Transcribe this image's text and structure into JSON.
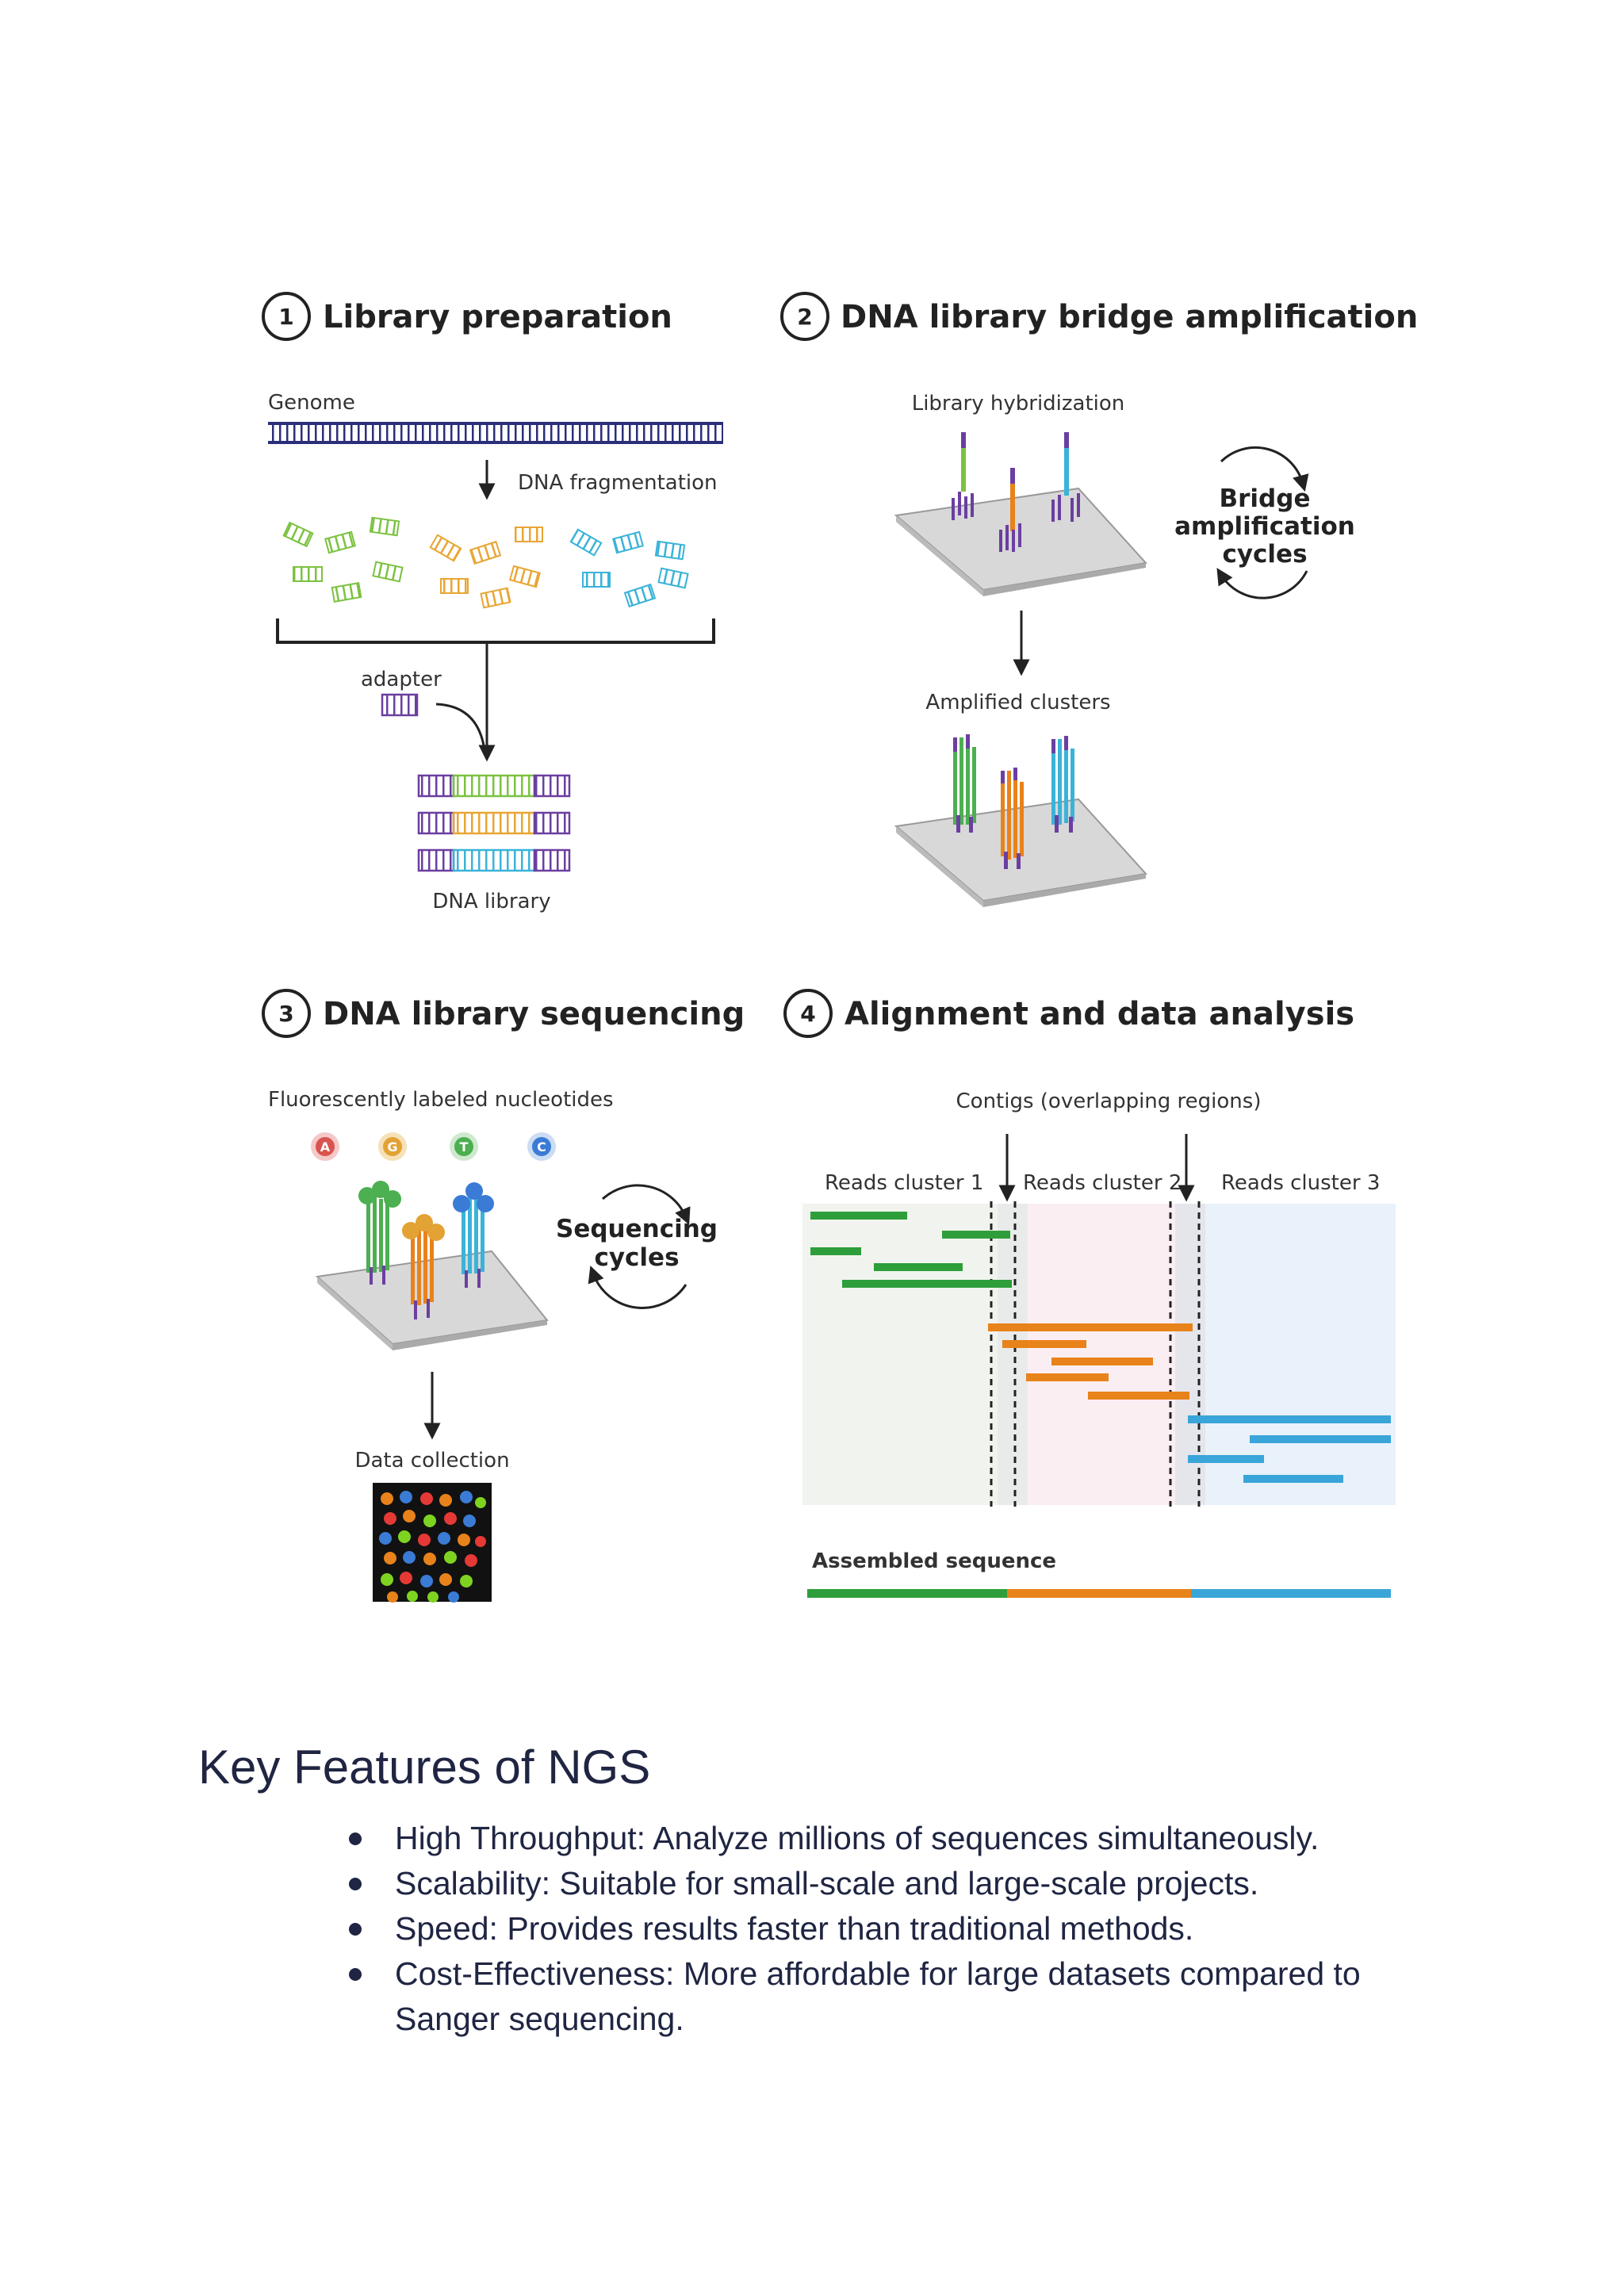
{
  "figure": {
    "panel1": {
      "number": "1",
      "title": "Library preparation",
      "genome_label": "Genome",
      "fragmentation_label": "DNA fragmentation",
      "adapter_label": "adapter",
      "library_label": "DNA library"
    },
    "panel2": {
      "number": "2",
      "title": "DNA library bridge amplification",
      "hybridization_label": "Library hybridization",
      "cycles_label_line1": "Bridge",
      "cycles_label_line2": "amplification",
      "cycles_label_line3": "cycles",
      "clusters_label": "Amplified clusters"
    },
    "panel3": {
      "number": "3",
      "title": "DNA library sequencing",
      "nucleotides_label": "Fluorescently labeled nucleotides",
      "nucleotides": [
        {
          "letter": "A",
          "color": "#d9534f"
        },
        {
          "letter": "G",
          "color": "#e3a234"
        },
        {
          "letter": "T",
          "color": "#4caf50"
        },
        {
          "letter": "C",
          "color": "#3a7bd5"
        }
      ],
      "cycles_label_line1": "Sequencing",
      "cycles_label_line2": "cycles",
      "data_collection_label": "Data collection"
    },
    "panel4": {
      "number": "4",
      "title": "Alignment and data analysis",
      "contigs_label": "Contigs (overlapping regions)",
      "cluster1_label": "Reads cluster 1",
      "cluster2_label": "Reads cluster 2",
      "cluster3_label": "Reads cluster 3",
      "assembled_label": "Assembled sequence"
    },
    "colors": {
      "green": "#2e9e3a",
      "orange": "#e8821a",
      "blue": "#3aa5d8",
      "purple": "#6b3fa0",
      "navy": "#2b2f7a"
    }
  },
  "features": {
    "title": "Key Features of NGS",
    "items": [
      "High Throughput: Analyze millions of sequences simultaneously.",
      "Scalability: Suitable for small-scale and large-scale projects.",
      "Speed: Provides results faster than traditional methods.",
      "Cost-Effectiveness: More affordable for large datasets compared to Sanger sequencing."
    ]
  }
}
